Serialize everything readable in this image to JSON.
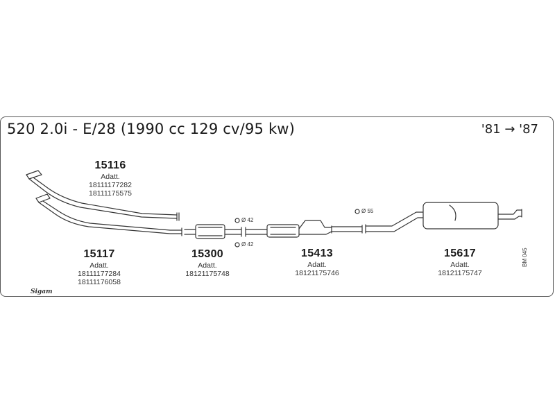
{
  "header": {
    "title": "520 2.0i - E/28 (1990 cc 129 cv/95 kw)",
    "years": "'81 → '87"
  },
  "parts": [
    {
      "code": "15116",
      "label": "Adatt.",
      "refs": [
        "18111177282",
        "18111175575"
      ]
    },
    {
      "code": "15117",
      "label": "Adatt.",
      "refs": [
        "18111177284",
        "18111176058"
      ]
    },
    {
      "code": "15300",
      "label": "Adatt.",
      "refs": [
        "18121175748"
      ]
    },
    {
      "code": "15413",
      "label": "Adatt.",
      "refs": [
        "18121175746"
      ]
    },
    {
      "code": "15617",
      "label": "Adatt.",
      "refs": [
        "18121175747"
      ]
    }
  ],
  "dimensions": {
    "d42_top": "Ø 42",
    "d42_bottom": "Ø 42",
    "d55": "Ø 55"
  },
  "catalog_code": "BM 045",
  "brand": "Sigam"
}
